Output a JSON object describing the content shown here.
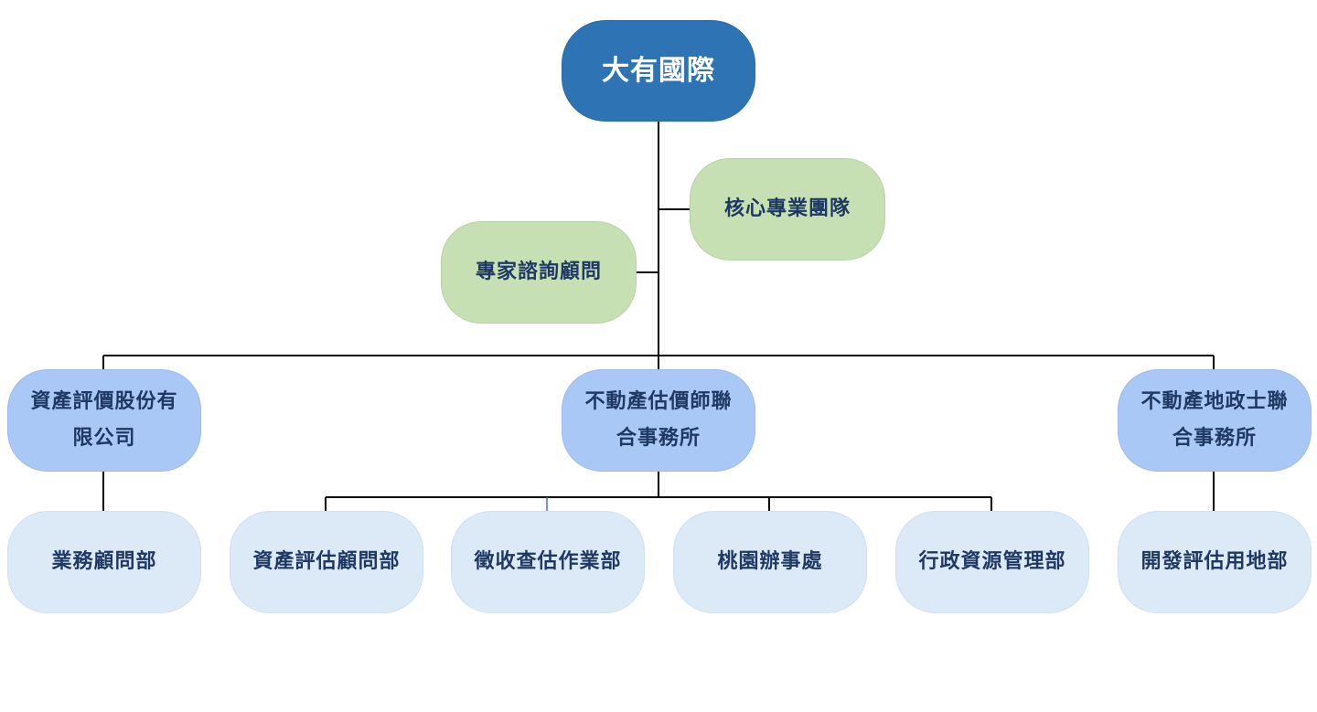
{
  "root": {
    "label": "大有國際"
  },
  "advisors": {
    "core_team": "核心專業團隊",
    "expert_consultants": "專家諮詢顧問"
  },
  "companies": [
    {
      "line1": "資產評價股份有",
      "line2": "限公司"
    },
    {
      "line1": "不動產估價師聯",
      "line2": "合事務所"
    },
    {
      "line1": "不動產地政士聯",
      "line2": "合事務所"
    }
  ],
  "departments": [
    "業務顧問部",
    "資產評估顧問部",
    "徵收查估作業部",
    "桃園辦事處",
    "行政資源管理部",
    "開發評估用地部"
  ],
  "colors": {
    "root": "#2e74b5",
    "advisor": "#c6e0b4",
    "company": "#a9c8f5",
    "department": "#dce9f6",
    "connector": "#000000"
  }
}
